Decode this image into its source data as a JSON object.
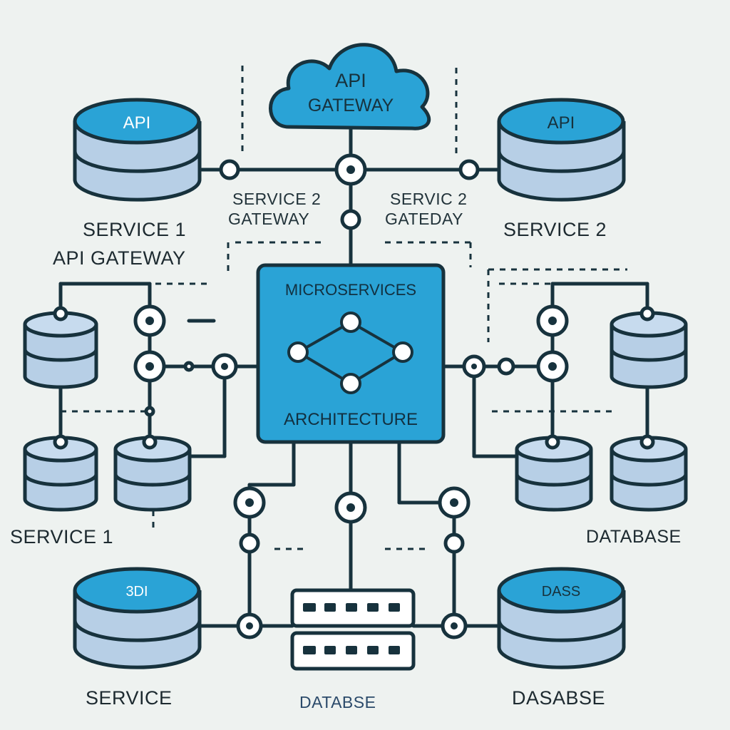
{
  "colors": {
    "background": "#eef2f0",
    "accent": "#2aa3d6",
    "outline": "#17323d",
    "cylinder_body": "#b7cfe6",
    "node_fill": "#ffffff"
  },
  "gateway": {
    "line1": "API",
    "line2": "GATEWAY"
  },
  "center": {
    "title": "MICROSERVICES",
    "subtitle": "ARCHITECTURE"
  },
  "top_left": {
    "cap": "API",
    "label": "SERVICE 1",
    "sublabel": "API GATEWAY"
  },
  "top_right": {
    "cap": "API",
    "label": "SERVICE 2"
  },
  "edge_labels": {
    "left": {
      "line1": "SERVICE 2",
      "line2": "GATEWAY"
    },
    "right": {
      "line1": "SERVIC 2",
      "line2": "GATEDAY"
    }
  },
  "left_cluster_label": "SERVICE 1",
  "right_cluster_label": "DATABASE",
  "bottom_left": {
    "cap": "3DI",
    "label": "SERVICE"
  },
  "bottom_right": {
    "cap": "DASS",
    "label": "DASABSE"
  },
  "bottom_center": {
    "label": "DATABSE"
  },
  "icons": [
    "cloud-icon",
    "database-icon",
    "server-icon",
    "network-graph-icon",
    "connector-node-icon"
  ]
}
